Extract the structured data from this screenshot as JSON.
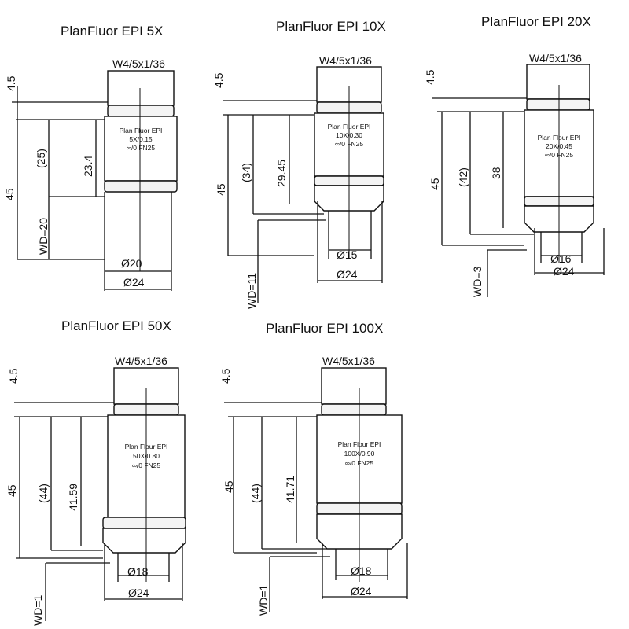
{
  "objectives": [
    {
      "title": "PlanFluor EPI 5X",
      "thread": "W4/5x1/36",
      "thread_height": "4.5",
      "engraving": [
        "Plan Fluor EPI",
        "5X/0.15",
        "∞/0 FN25"
      ],
      "parfocal": "45",
      "body_length": "(25)",
      "mid_length": "23.4",
      "wd": "WD=20",
      "tip_diameter": "Ø20",
      "body_diameter": "Ø24"
    },
    {
      "title": "PlanFluor EPI 10X",
      "thread": "W4/5x1/36",
      "thread_height": "4.5",
      "engraving": [
        "Plan Fluor EPI",
        "10X/0.30",
        "∞/0 FN25"
      ],
      "parfocal": "45",
      "body_length": "(34)",
      "mid_length": "29.45",
      "wd": "WD=11",
      "tip_diameter": "Ø15",
      "body_diameter": "Ø24"
    },
    {
      "title": "PlanFluor EPI 20X",
      "thread": "W4/5x1/36",
      "thread_height": "4.5",
      "engraving": [
        "Plan Flour EPI",
        "20X/0.45",
        "∞/0 FN25"
      ],
      "parfocal": "45",
      "body_length": "(42)",
      "mid_length": "38",
      "wd": "WD=3",
      "tip_diameter": "Ø16",
      "body_diameter": "Ø24"
    },
    {
      "title": "PlanFluor EPI 50X",
      "thread": "W4/5x1/36",
      "thread_height": "4.5",
      "engraving": [
        "Plan Flour EPI",
        "50X/0.80",
        "∞/0 FN25"
      ],
      "parfocal": "45",
      "body_length": "(44)",
      "mid_length": "41.59",
      "wd": "WD=1",
      "tip_diameter": "Ø18",
      "body_diameter": "Ø24"
    },
    {
      "title": "PlanFluor EPI 100X",
      "thread": "W4/5x1/36",
      "thread_height": "4.5",
      "engraving": [
        "Plan Flour EPI",
        "100X/0.90",
        "∞/0 FN25"
      ],
      "parfocal": "45",
      "body_length": "(44)",
      "mid_length": "41.71",
      "wd": "WD=1",
      "tip_diameter": "Ø18",
      "body_diameter": "Ø24"
    }
  ]
}
